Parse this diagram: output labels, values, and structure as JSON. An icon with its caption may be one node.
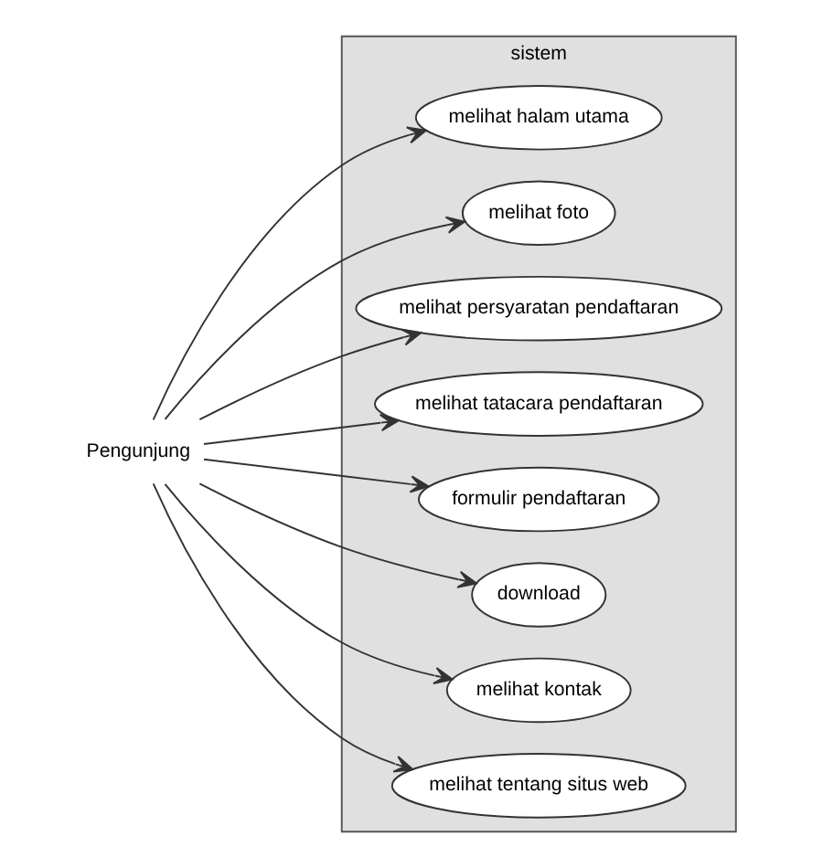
{
  "diagram": {
    "nodes": [
      {
        "text": [
          "Pengunjung"
        ]
      },
      {
        "text": [
          "sistem"
        ]
      },
      {
        "text": [
          "melihat halam utama"
        ],
        "in": 1
      },
      {
        "text": [
          "melihat foto"
        ],
        "in": 1
      },
      {
        "text": [
          "melihat persyaratan pendaftaran"
        ],
        "in": 1
      },
      {
        "text": [
          "melihat tatacara pendaftaran"
        ],
        "in": 1
      },
      {
        "text": [
          "formulir pendaftaran"
        ],
        "in": 1
      },
      {
        "text": [
          "download"
        ],
        "in": 1
      },
      {
        "text": [
          "melihat kontak"
        ],
        "in": 1
      },
      {
        "text": [
          "melihat tentang situs web"
        ],
        "in": 1
      }
    ],
    "edges": [
      {
        "from": 0,
        "to": 2,
        "arrow": "to"
      },
      {
        "from": 0,
        "to": 3,
        "arrow": "to"
      },
      {
        "from": 0,
        "to": 4,
        "arrow": "to"
      },
      {
        "from": 0,
        "to": 5,
        "arrow": "to"
      },
      {
        "from": 0,
        "to": 6,
        "arrow": "to"
      },
      {
        "from": 0,
        "to": 7,
        "arrow": "to"
      },
      {
        "from": 0,
        "to": 8,
        "arrow": "to"
      },
      {
        "from": 0,
        "to": 9,
        "arrow": "to"
      }
    ]
  }
}
